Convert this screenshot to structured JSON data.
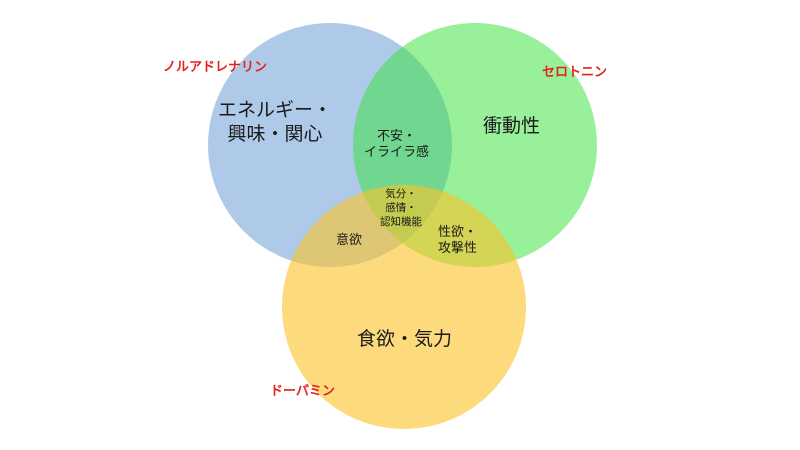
{
  "colors": {
    "noradrenaline": "#6e9fd6",
    "serotonin": "#34e135",
    "dopamine": "#fcc326",
    "neurotransmitter_text": "#e3201b",
    "text": "#1a1a1a"
  },
  "circles": {
    "noradrenaline": {
      "name": "ノルアドレナリン",
      "lines": [
        "エネルギー・",
        "興味・関心"
      ]
    },
    "serotonin": {
      "name": "セロトニン",
      "lines": [
        "衝動性"
      ]
    },
    "dopamine": {
      "name": "ドーパミン",
      "lines": [
        "食欲・気力"
      ]
    }
  },
  "overlaps": {
    "noradrenaline_serotonin": [
      "不安・",
      "イライラ感"
    ],
    "noradrenaline_dopamine": [
      "意欲"
    ],
    "serotonin_dopamine": [
      "性欲・",
      "攻撃性"
    ],
    "all_three": [
      "気分・",
      "感情・",
      "認知機能"
    ]
  }
}
